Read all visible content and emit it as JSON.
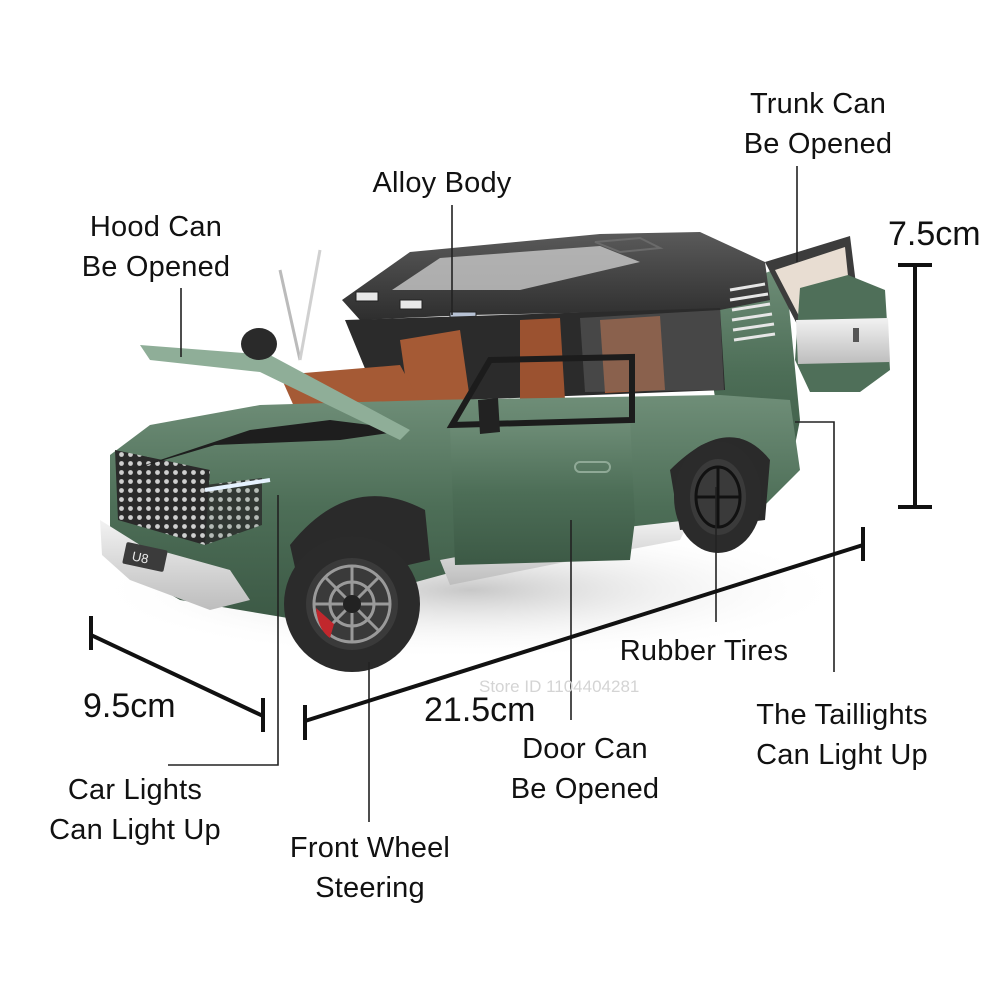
{
  "product": {
    "model_badge": "U8",
    "body_color": "#4d6e57",
    "roof_color": "#3a3a3a",
    "interior_color": "#a55a35"
  },
  "annotations": [
    {
      "id": "hood",
      "line1": "Hood Can",
      "line2": "Be Opened"
    },
    {
      "id": "alloy-body",
      "line1": "Alloy Body"
    },
    {
      "id": "trunk",
      "line1": "Trunk Can",
      "line2": "Be Opened"
    },
    {
      "id": "rubber-tires",
      "line1": "Rubber Tires"
    },
    {
      "id": "taillights",
      "line1": "The Taillights",
      "line2": "Can Light Up"
    },
    {
      "id": "door",
      "line1": "Door Can",
      "line2": "Be Opened"
    },
    {
      "id": "front-wheel",
      "line1": "Front Wheel",
      "line2": "Steering"
    },
    {
      "id": "car-lights",
      "line1": "Car Lights",
      "line2": "Can Light Up"
    }
  ],
  "dimensions": {
    "height": "7.5cm",
    "width": "9.5cm",
    "length": "21.5cm"
  },
  "watermark": "Store ID 1104404281"
}
